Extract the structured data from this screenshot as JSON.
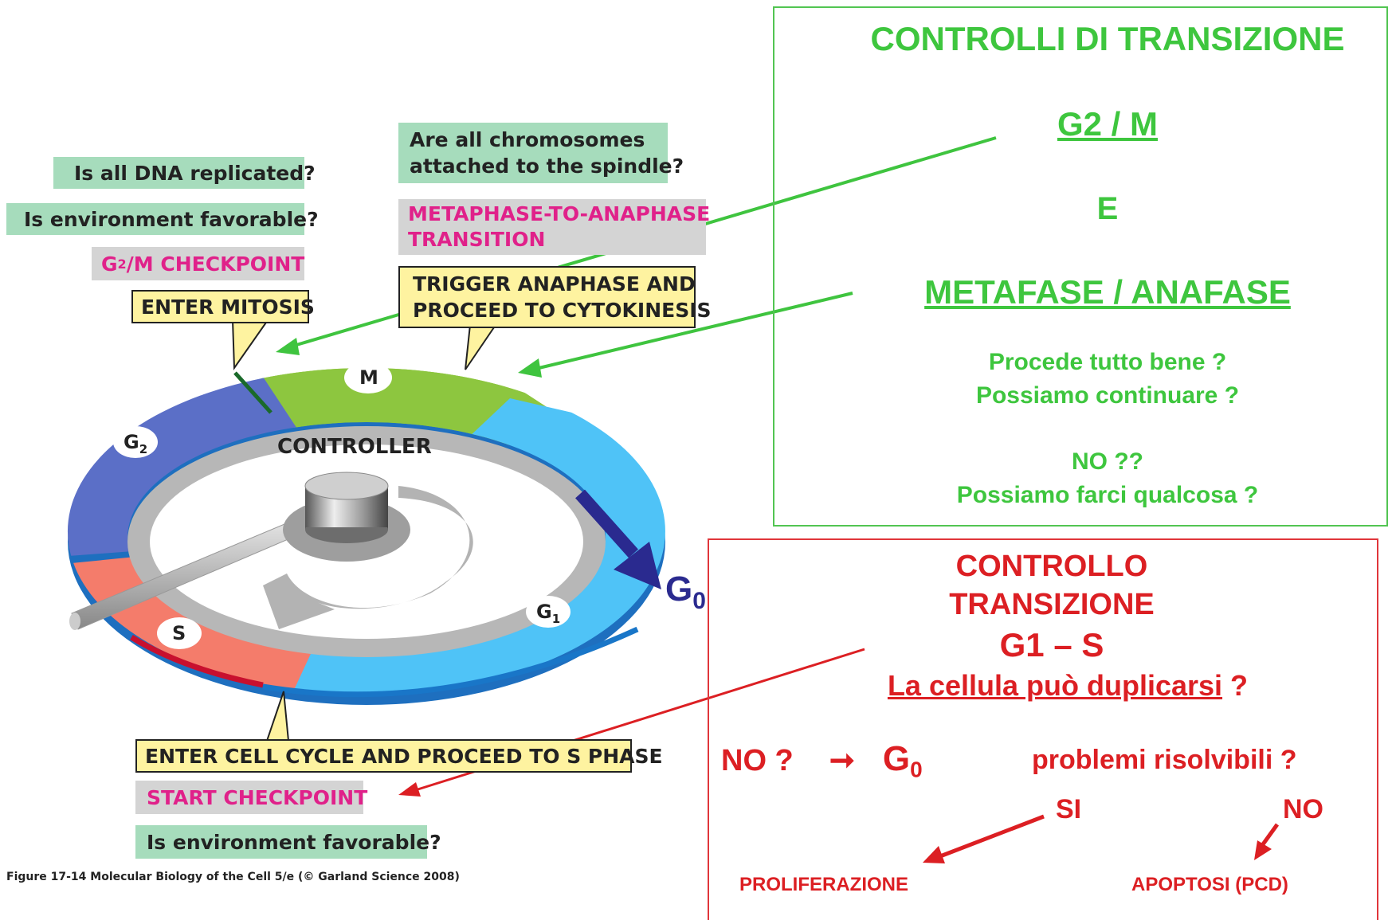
{
  "diagram": {
    "labels": {
      "dna_replicated": "Is all DNA replicated?",
      "env_favorable_top": "Is environment favorable?",
      "g2m_checkpoint_pre": "G",
      "g2m_checkpoint_sub": "2",
      "g2m_checkpoint_post": "/M CHECKPOINT",
      "enter_mitosis": "ENTER MITOSIS",
      "chromosomes_line1": "Are all chromosomes",
      "chromosomes_line2": "attached to the spindle?",
      "meta_ana_line1": "METAPHASE-TO-ANAPHASE",
      "meta_ana_line2": "TRANSITION",
      "trigger_line1": "TRIGGER ANAPHASE AND",
      "trigger_line2": "PROCEED TO CYTOKINESIS",
      "enter_cell_cycle": "ENTER CELL CYCLE AND PROCEED TO S PHASE",
      "start_checkpoint": "START CHECKPOINT",
      "env_favorable_bottom": "Is environment favorable?",
      "controller": "CONTROLLER",
      "phase_m": "M",
      "phase_g2_base": "G",
      "phase_g2_sub": "2",
      "phase_s": "S",
      "phase_g1_base": "G",
      "phase_g1_sub": "1",
      "g0_base": "G",
      "g0_sub": "0",
      "caption": "Figure 17-14 Molecular Biology of the Cell 5/e (© Garland Science 2008)"
    },
    "green_panel": {
      "title": "CONTROLLI  DI  TRANSIZIONE",
      "g2m": "G2 / M",
      "and": "E",
      "meta_ana": "METAFASE / ANAFASE",
      "q1": "Procede tutto bene ?",
      "q2": "Possiamo continuare ?",
      "no": "NO ??",
      "q3": "Possiamo farci qualcosa ?"
    },
    "red_panel": {
      "title_line1": "CONTROLLO",
      "title_line2": "TRANSIZIONE",
      "g1s": "G1 – S",
      "question": "La cellula può duplicarsi",
      "question_mark": " ?",
      "no": "NO ?",
      "arrow": "➞",
      "g0_base": "G",
      "g0_sub": "0",
      "problems": "problemi risolvibili ?",
      "si": "SI",
      "no2": "NO",
      "proliferation": "PROLIFERAZIONE",
      "apoptosis": "APOPTOSI (PCD)"
    },
    "colors": {
      "green_text": "#3ec63e",
      "red_text": "#dc1f23",
      "magenta": "#e0218a",
      "phase_m": "#8dc63f",
      "phase_g1": "#4fc3f7",
      "phase_s": "#f47c6b",
      "phase_g2": "#5b6fc7",
      "g0_arrow": "#2a2a8f"
    }
  }
}
